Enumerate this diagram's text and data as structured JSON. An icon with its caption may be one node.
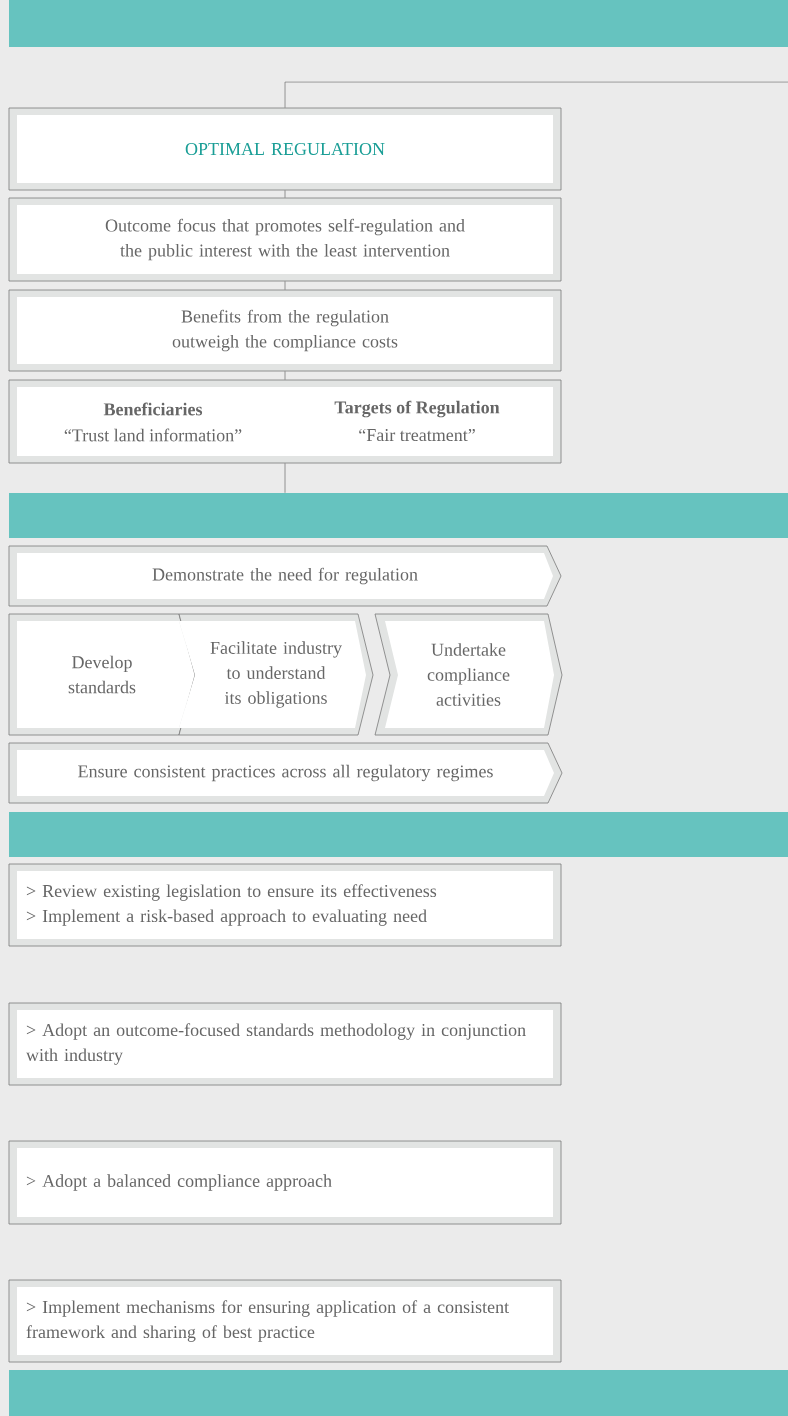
{
  "diagram": {
    "nodes": [
      {
        "text": [],
        "shape": "band"
      },
      {
        "text": [
          "OPTIMAL REGULATION"
        ]
      },
      {
        "text": [
          "Outcome focus that promotes self-regulation and the public interest with the least intervention"
        ]
      },
      {
        "text": [
          "Benefits from the regulation outweigh the compliance costs"
        ]
      },
      {
        "text": [
          "Beneficiaries",
          "“Trust land information”",
          "Targets of Regulation",
          "“Fair treatment”"
        ]
      },
      {
        "text": [],
        "shape": "band"
      },
      {
        "text": [
          "Demonstrate the need for regulation"
        ]
      },
      {
        "text": [
          "Develop standards"
        ]
      },
      {
        "text": [
          "Facilitate industry to understand its obligations"
        ]
      },
      {
        "text": [
          "Undertake compliance activities"
        ]
      },
      {
        "text": [
          "Ensure consistent practices across all regulatory regimes"
        ]
      },
      {
        "text": [],
        "shape": "band"
      },
      {
        "text": [
          "> Review existing legislation to ensure its effectiveness",
          "> Implement a risk-based approach to evaluating need"
        ]
      },
      {
        "text": [
          "> Adopt an outcome-focused standards methodology in conjunction with industry"
        ]
      },
      {
        "text": [
          "> Adopt a balanced compliance approach"
        ]
      },
      {
        "text": [
          "> Implement mechanisms for ensuring application of a consistent framework and sharing of best practice"
        ]
      },
      {
        "text": [],
        "shape": "band"
      }
    ],
    "edges": [
      {
        "from": 1,
        "to": null,
        "arrow": "none"
      },
      {
        "from": 1,
        "to": 2,
        "arrow": "none"
      },
      {
        "from": 2,
        "to": 3,
        "arrow": "none"
      },
      {
        "from": 3,
        "to": 4,
        "arrow": "none"
      },
      {
        "from": 4,
        "to": 5,
        "arrow": "none"
      }
    ]
  }
}
